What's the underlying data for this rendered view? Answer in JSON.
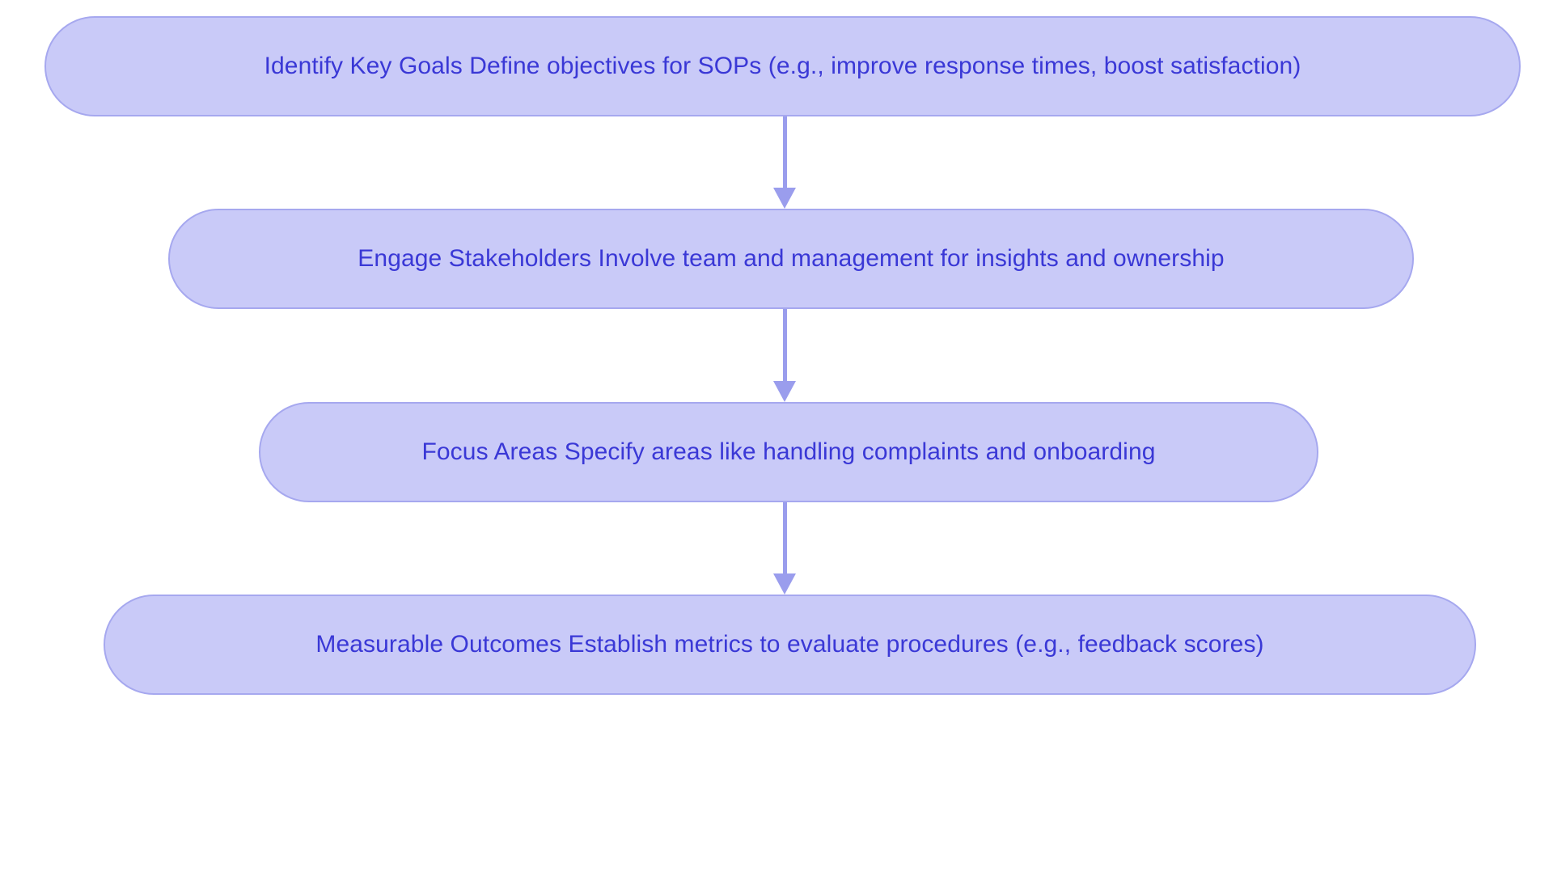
{
  "chart_data": {
    "type": "diagram",
    "diagram_type": "flowchart",
    "direction": "top-to-bottom",
    "title": "",
    "node_fill_color": "#c9caf8",
    "node_border_color": "#a6a8ef",
    "node_text_color": "#3a38d6",
    "connector_color": "#9a9ded",
    "background_color": "#ffffff",
    "nodes": [
      {
        "id": "identify-key-goals",
        "label": "Identify Key Goals Define objectives for SOPs (e.g., improve response times, boost satisfaction)",
        "shape": "stadium",
        "order": 1
      },
      {
        "id": "engage-stakeholders",
        "label": "Engage Stakeholders Involve team and management for insights and ownership",
        "shape": "stadium",
        "order": 2
      },
      {
        "id": "focus-areas",
        "label": "Focus Areas Specify areas like handling complaints and onboarding",
        "shape": "stadium",
        "order": 3
      },
      {
        "id": "measurable-outcomes",
        "label": "Measurable Outcomes Establish metrics to evaluate procedures (e.g., feedback scores)",
        "shape": "stadium",
        "order": 4
      }
    ],
    "edges": [
      {
        "from": "identify-key-goals",
        "to": "engage-stakeholders",
        "label": "",
        "arrow": "down"
      },
      {
        "from": "engage-stakeholders",
        "to": "focus-areas",
        "label": "",
        "arrow": "down"
      },
      {
        "from": "focus-areas",
        "to": "measurable-outcomes",
        "label": "",
        "arrow": "down"
      }
    ]
  }
}
